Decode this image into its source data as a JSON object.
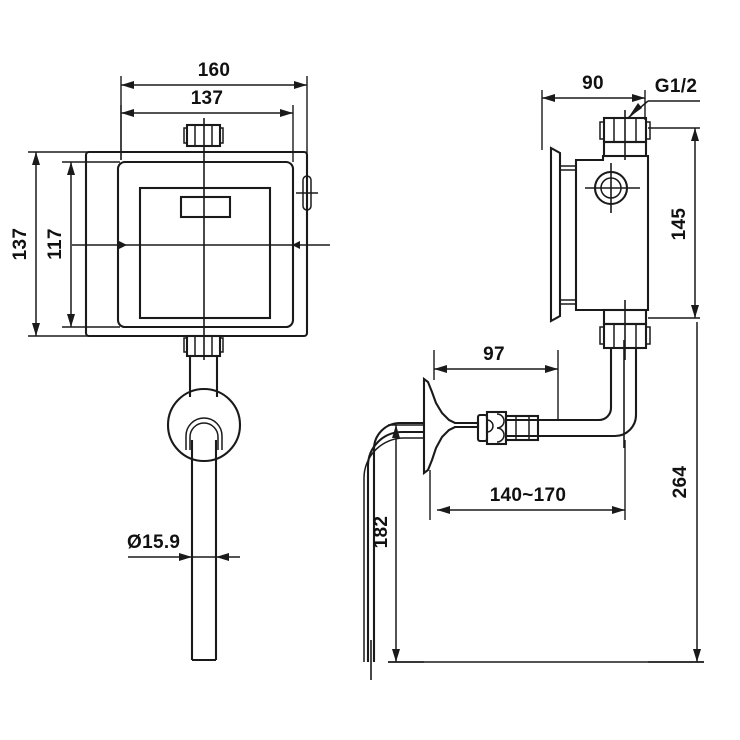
{
  "drawing": {
    "title": "Sensor flush valve technical drawing",
    "background_color": "#ffffff",
    "line_color": "#1a1a1a",
    "views": [
      {
        "name": "front-view",
        "label": ""
      },
      {
        "name": "side-view",
        "label": ""
      },
      {
        "name": "installation-view",
        "label": ""
      }
    ],
    "dimensions": {
      "front_width_outer": "160",
      "front_width_inner": "137",
      "front_height_outer": "137",
      "front_height_inner": "117",
      "pipe_diameter": "Ø15.9",
      "side_depth": "90",
      "thread_callout": "G1/2",
      "side_height": "145",
      "spout_projection": "97",
      "spout_range": "140~170",
      "inlet_height": "182",
      "total_height": "264"
    }
  }
}
